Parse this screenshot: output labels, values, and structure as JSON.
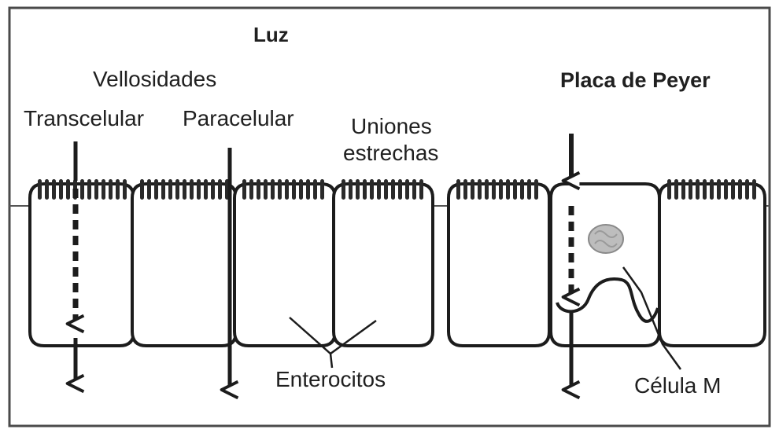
{
  "labels": {
    "lumen": "Luz",
    "villi": "Vellosidades",
    "transcellular": "Transcelular",
    "paracellular": "Paracelular",
    "tight_junctions_line1": "Uniones",
    "tight_junctions_line2": "estrechas",
    "peyer_patch": "Placa de Peyer",
    "enterocytes": "Enterocitos",
    "m_cell": "Célula M"
  },
  "colors": {
    "line": "#1c1c1c",
    "background": "#ffffff",
    "border": "#4a4a4a",
    "nucleus": "#bdbdbd"
  },
  "icons": {
    "arrows": [
      "arrow-down-icon",
      "dashed-arrow-down-icon"
    ]
  }
}
